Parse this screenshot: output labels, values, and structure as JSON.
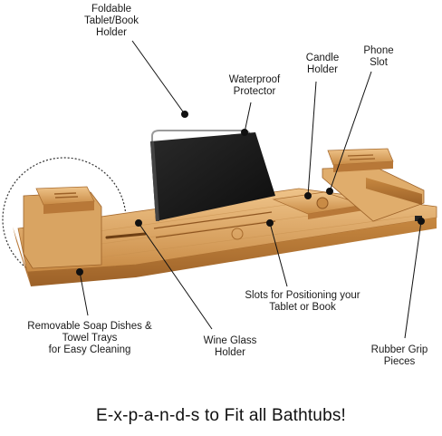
{
  "labels": {
    "tablet_holder": [
      "Foldable",
      "Tablet/Book",
      "Holder"
    ],
    "waterproof": [
      "Waterproof",
      "Protector"
    ],
    "candle_holder": [
      "Candle",
      "Holder"
    ],
    "phone_slot": [
      "Phone",
      "Slot"
    ],
    "slots": [
      "Slots for Positioning your",
      "Tablet or Book"
    ],
    "soap_dishes": [
      "Removable Soap Dishes &",
      "Towel Trays",
      "for Easy Cleaning"
    ],
    "wine_glass": [
      "Wine Glass",
      "Holder"
    ],
    "rubber_grip": [
      "Rubber Grip",
      "Pieces"
    ]
  },
  "tagline": "E-x-p-a-n-d-s to Fit all Bathtubs!",
  "colors": {
    "bamboo_light": "#e8b878",
    "bamboo_mid": "#d29a55",
    "bamboo_dark": "#a96a2c",
    "fabric": "#1c1c1c",
    "leader": "#111111"
  }
}
